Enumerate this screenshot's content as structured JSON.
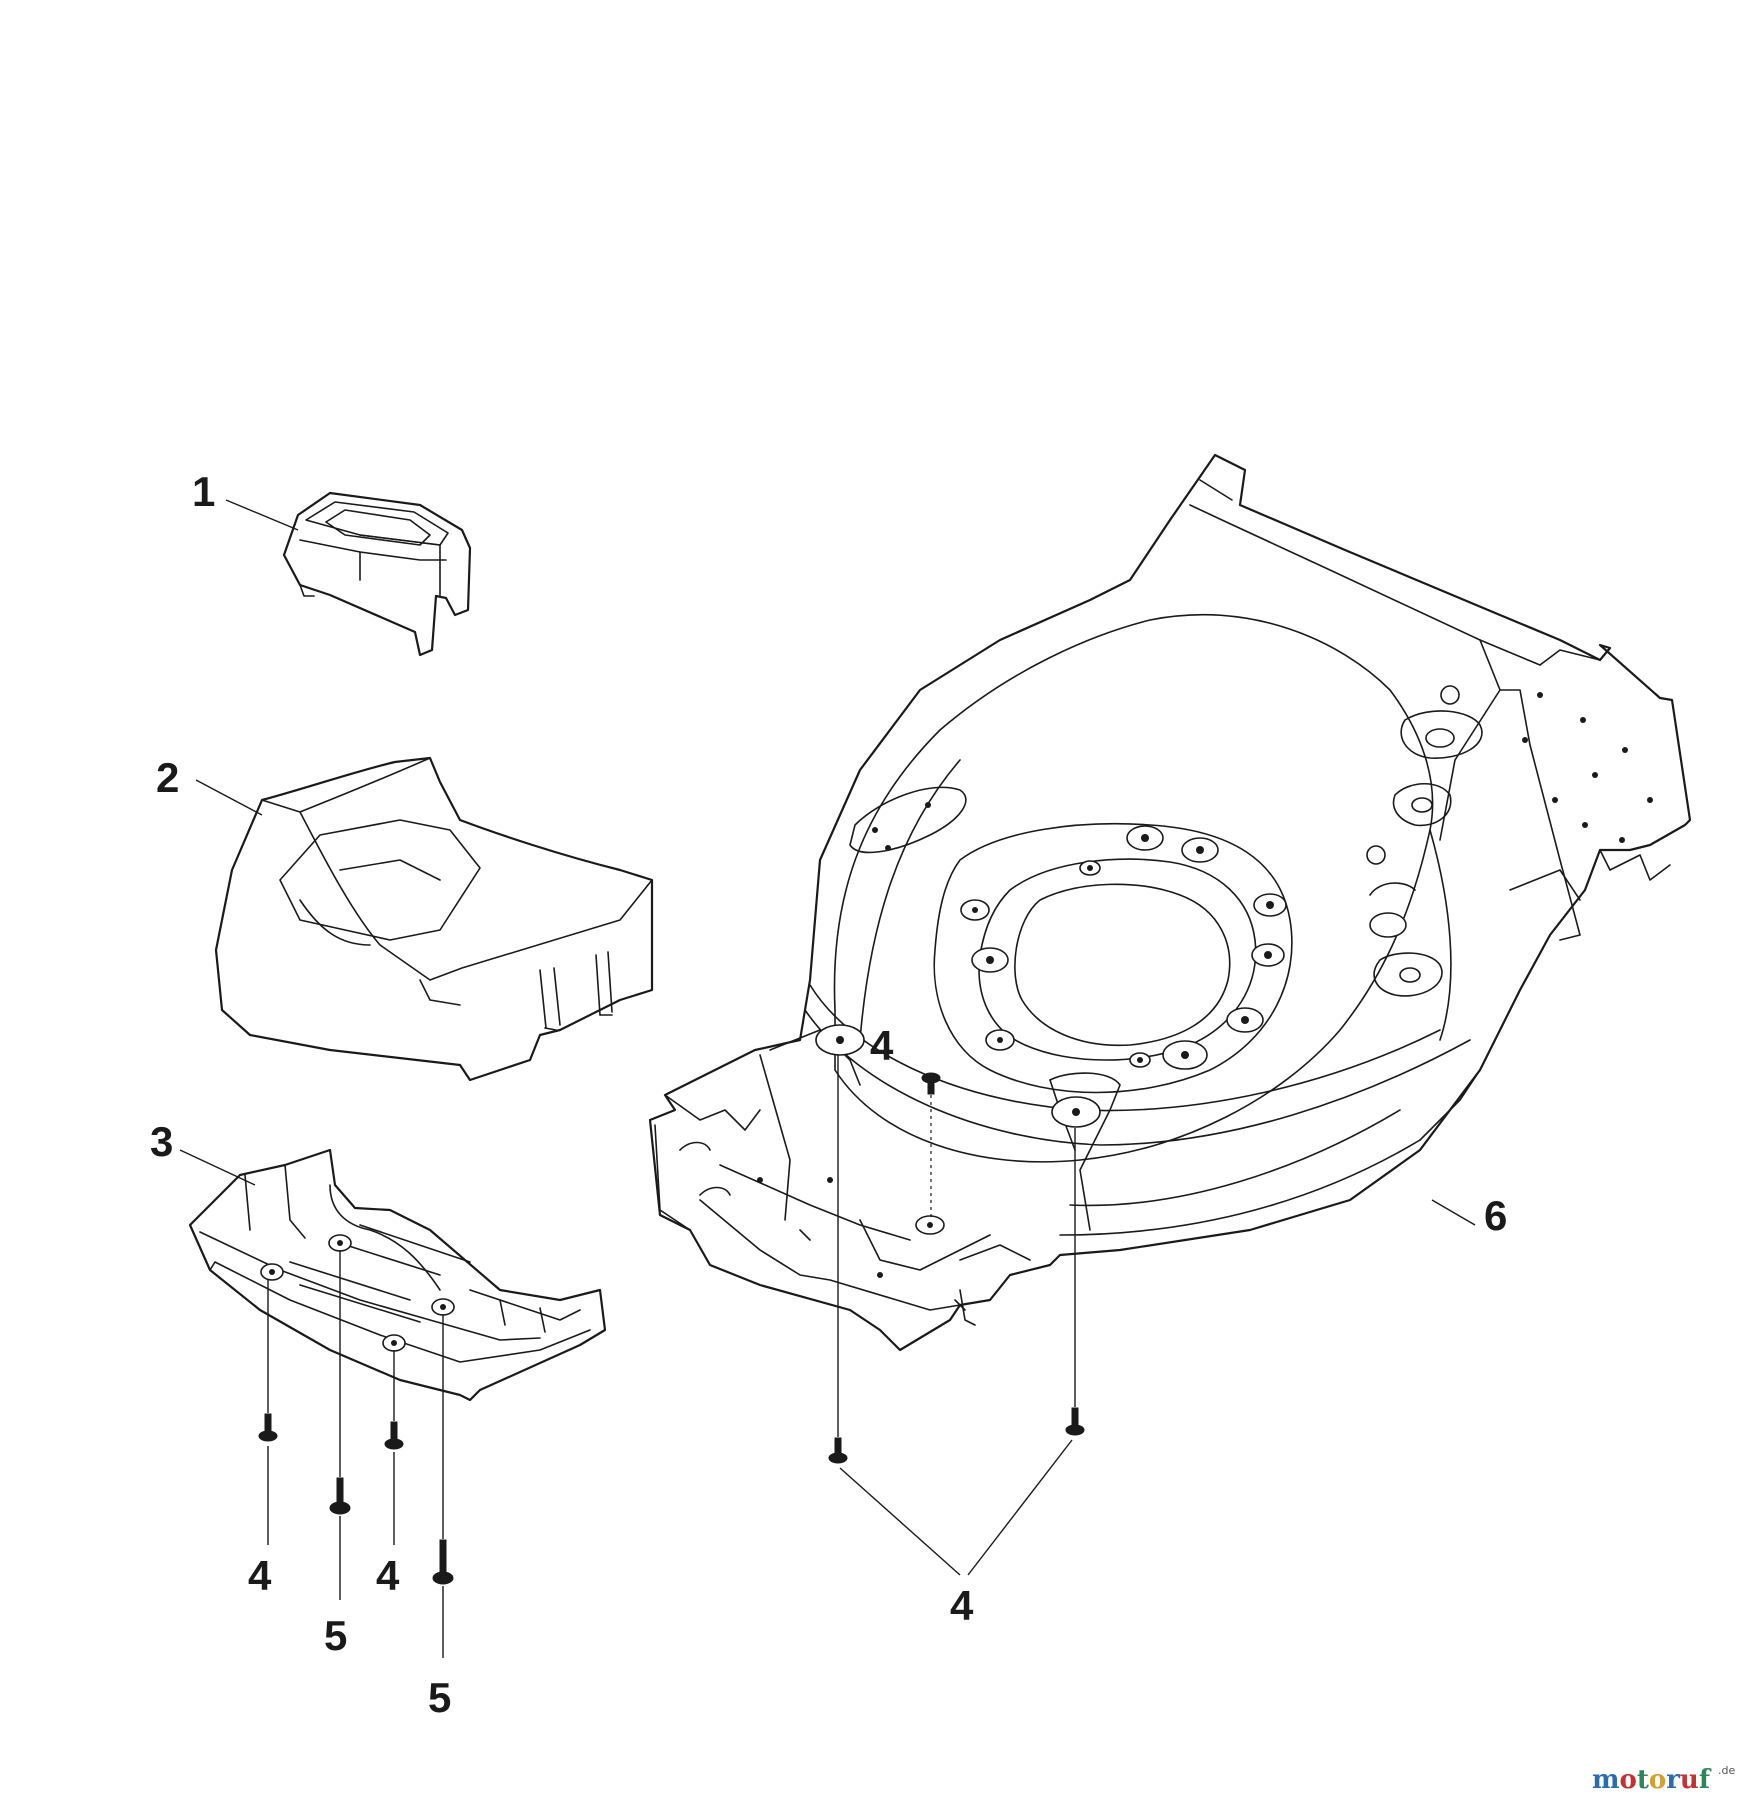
{
  "labels": {
    "part1": "1",
    "part2": "2",
    "part3": "3",
    "part4_deck": "4",
    "part4_left_a": "4",
    "part4_left_b": "4",
    "part4_bottom": "4",
    "part5_a": "5",
    "part5_b": "5",
    "part6": "6"
  },
  "watermark": {
    "letters": [
      "m",
      "o",
      "t",
      "o",
      "r",
      "u",
      "f"
    ],
    "suffix": ".de",
    "colors": [
      "#2b6cb0",
      "#c53030",
      "#2f855a",
      "#d69e2e",
      "#2b6cb0",
      "#c53030",
      "#2f855a"
    ]
  }
}
